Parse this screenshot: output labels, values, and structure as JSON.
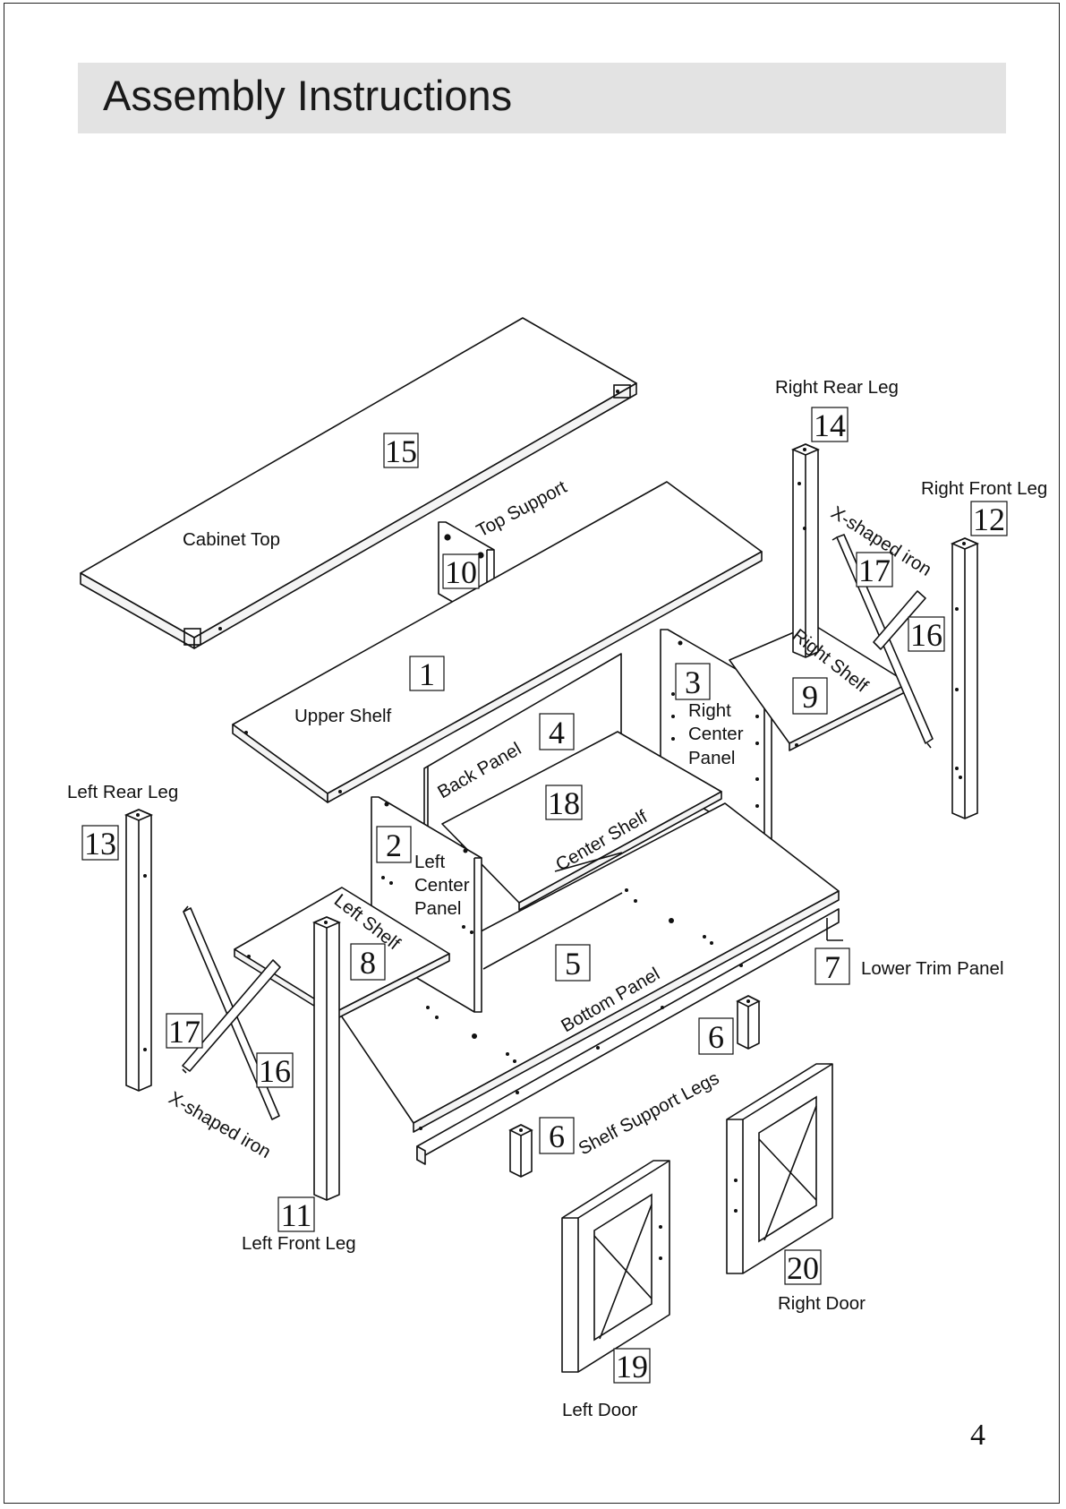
{
  "page": {
    "title": "Assembly Instructions",
    "page_number": "4"
  },
  "parts": [
    {
      "id": "p15",
      "number": "15",
      "label": "Cabinet Top"
    },
    {
      "id": "p10",
      "number": "10",
      "label": "Top Support"
    },
    {
      "id": "p1",
      "number": "1",
      "label": "Upper Shelf"
    },
    {
      "id": "p4",
      "number": "4",
      "label": "Back Panel"
    },
    {
      "id": "p3",
      "number": "3",
      "label": "Right Center Panel",
      "label_lines": [
        "Right",
        "Center",
        "Panel"
      ]
    },
    {
      "id": "p9",
      "number": "9",
      "label": "Right Shelf"
    },
    {
      "id": "p14",
      "number": "14",
      "label": "Right Rear Leg"
    },
    {
      "id": "p12",
      "number": "12",
      "label": "Right Front Leg"
    },
    {
      "id": "p17r",
      "number": "17",
      "label": "X-shaped iron"
    },
    {
      "id": "p16r",
      "number": "16",
      "label": ""
    },
    {
      "id": "p18",
      "number": "18",
      "label": "Center Shelf"
    },
    {
      "id": "p2",
      "number": "2",
      "label": "Left Center Panel",
      "label_lines": [
        "Left",
        "Center",
        "Panel"
      ]
    },
    {
      "id": "p13",
      "number": "13",
      "label": "Left Rear Leg"
    },
    {
      "id": "p8",
      "number": "8",
      "label": "Left Shelf"
    },
    {
      "id": "p5",
      "number": "5",
      "label": "Bottom Panel"
    },
    {
      "id": "p7",
      "number": "7",
      "label": "Lower Trim Panel"
    },
    {
      "id": "p6a",
      "number": "6",
      "label": "Shelf Support  Legs"
    },
    {
      "id": "p6b",
      "number": "6",
      "label": ""
    },
    {
      "id": "p17l",
      "number": "17",
      "label": ""
    },
    {
      "id": "p16l",
      "number": "16",
      "label": "X-shaped iron"
    },
    {
      "id": "p11",
      "number": "11",
      "label": "Left Front Leg"
    },
    {
      "id": "p19",
      "number": "19",
      "label": "Left Door"
    },
    {
      "id": "p20",
      "number": "20",
      "label": "Right Door"
    }
  ]
}
